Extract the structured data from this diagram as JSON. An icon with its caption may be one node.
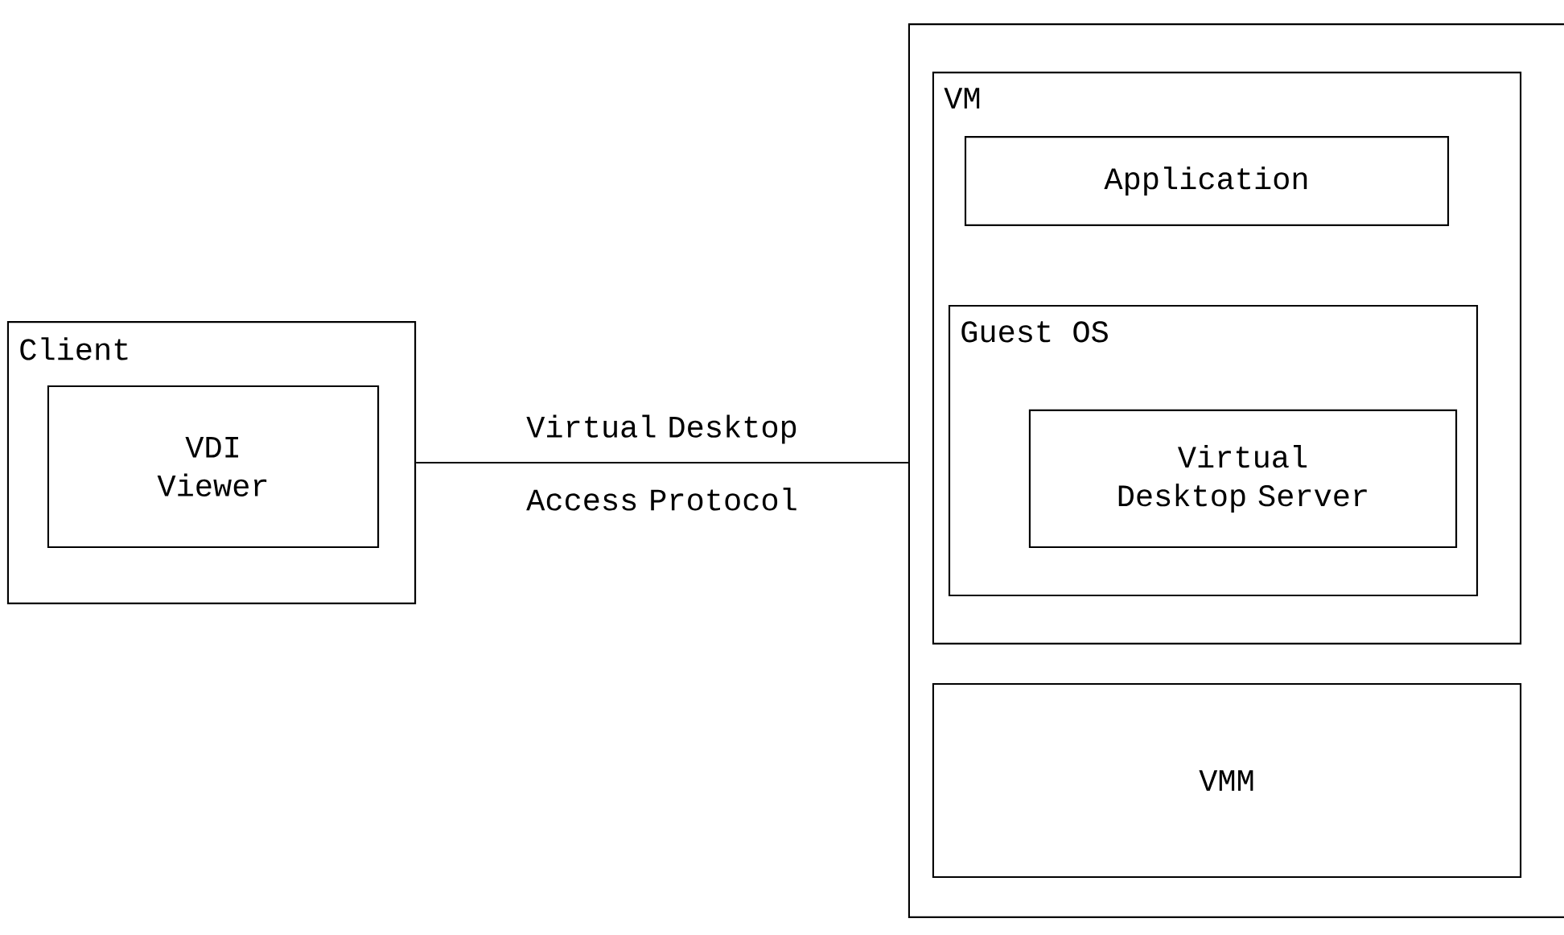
{
  "diagram": {
    "nodes": [
      {
        "text": [],
        "shape": "box"
      },
      {
        "text": [
          "VM"
        ],
        "in": 0
      },
      {
        "text": [
          "Application"
        ],
        "in": 1
      },
      {
        "text": [
          "Guest OS"
        ],
        "in": 1
      },
      {
        "text": [
          "Virtual Desktop Server"
        ],
        "in": 3
      },
      {
        "text": [
          "VMM"
        ],
        "in": 0
      },
      {
        "text": [
          "Client"
        ]
      },
      {
        "text": [
          "VDI Viewer"
        ],
        "in": 6
      }
    ],
    "edges": [
      {
        "from": 6,
        "to": 0,
        "arrow": "none",
        "label": "Virtual Desktop Access Protocol"
      }
    ]
  }
}
